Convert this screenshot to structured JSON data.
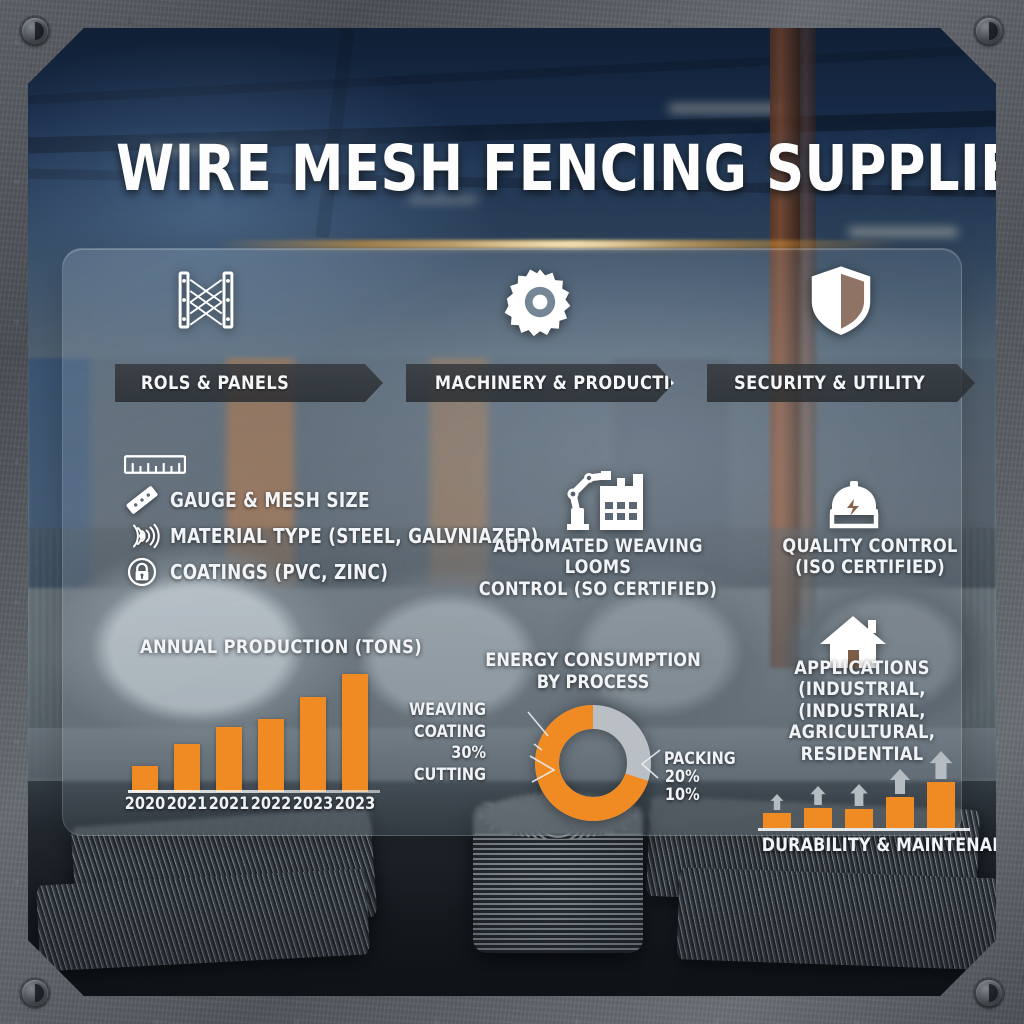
{
  "title": "WIRE MESH FENCING SUPPLIES",
  "accent_color": "#F08A23",
  "categories": [
    {
      "label": "ROLS & PANELS",
      "icon": "fence-panel-icon"
    },
    {
      "label": "MACHINERY & PRODUCTION",
      "icon": "gear-icon"
    },
    {
      "label": "SECURITY & UTILITY",
      "icon": "shield-icon"
    }
  ],
  "specs": [
    {
      "label": "GAUGE & MESH SIZE",
      "icon": "ruler-icon"
    },
    {
      "label": "MATERIAL TYPE (STEEL, GALVNIAZED)",
      "icon": "signal-wave-icon"
    },
    {
      "label": "COATINGS (PVC, ZINC)",
      "icon": "lock-icon"
    }
  ],
  "machinery_caption": {
    "line1": "AUTOMATED WEAVING LOOMS",
    "line2": "CONTROL (SO CERTIFIED)",
    "icon": "robot-arm-factory-icon"
  },
  "quality_caption": {
    "line1": "QUALITY CONTROL",
    "line2": "(ISO CERTIFIED)",
    "icon": "hard-hat-icon"
  },
  "applications_caption": {
    "line1": "APPLICATIONS",
    "line2": "(INDUSTRIAL, (INDUSTRIAL,",
    "line3": "AGRICULTURAL, RESIDENTIAL",
    "icon": "house-icon"
  },
  "durability": {
    "title": "DURABILITY & MAINTENANCE",
    "bars": [
      14,
      18,
      17,
      28,
      42
    ],
    "bar_color": "#F08A23",
    "arrow_color": "#B4BBC1"
  },
  "chart_data": [
    {
      "type": "bar",
      "title": "ANNUAL PRODUCTION (TONS)",
      "categories": [
        "2020",
        "2021",
        "2021",
        "2022",
        "2023",
        "2023"
      ],
      "values": [
        26,
        47,
        64,
        72,
        94,
        116
      ],
      "xlabel": "",
      "ylabel": "",
      "ylim": [
        0,
        130
      ],
      "grid": false,
      "legend": "none",
      "series_color": "#F08A23"
    },
    {
      "type": "pie",
      "title": "ENERGY CONSUMPTION BY PROCESS",
      "subtitle": "",
      "labels": [
        "WEAVING",
        "COATING",
        "CUTTING",
        "PACKING"
      ],
      "left_annotations": [
        "WEAVING",
        "COATING",
        "30%",
        "CUTTING"
      ],
      "right_annotations": [
        "PACKING",
        "20%",
        "10%"
      ],
      "values": [
        40,
        30,
        20,
        10
      ],
      "colors": [
        "#F08A23",
        "#F08A23",
        "#B9BFC4",
        "#B9BFC4"
      ],
      "donut": true,
      "legend": "callouts"
    }
  ]
}
